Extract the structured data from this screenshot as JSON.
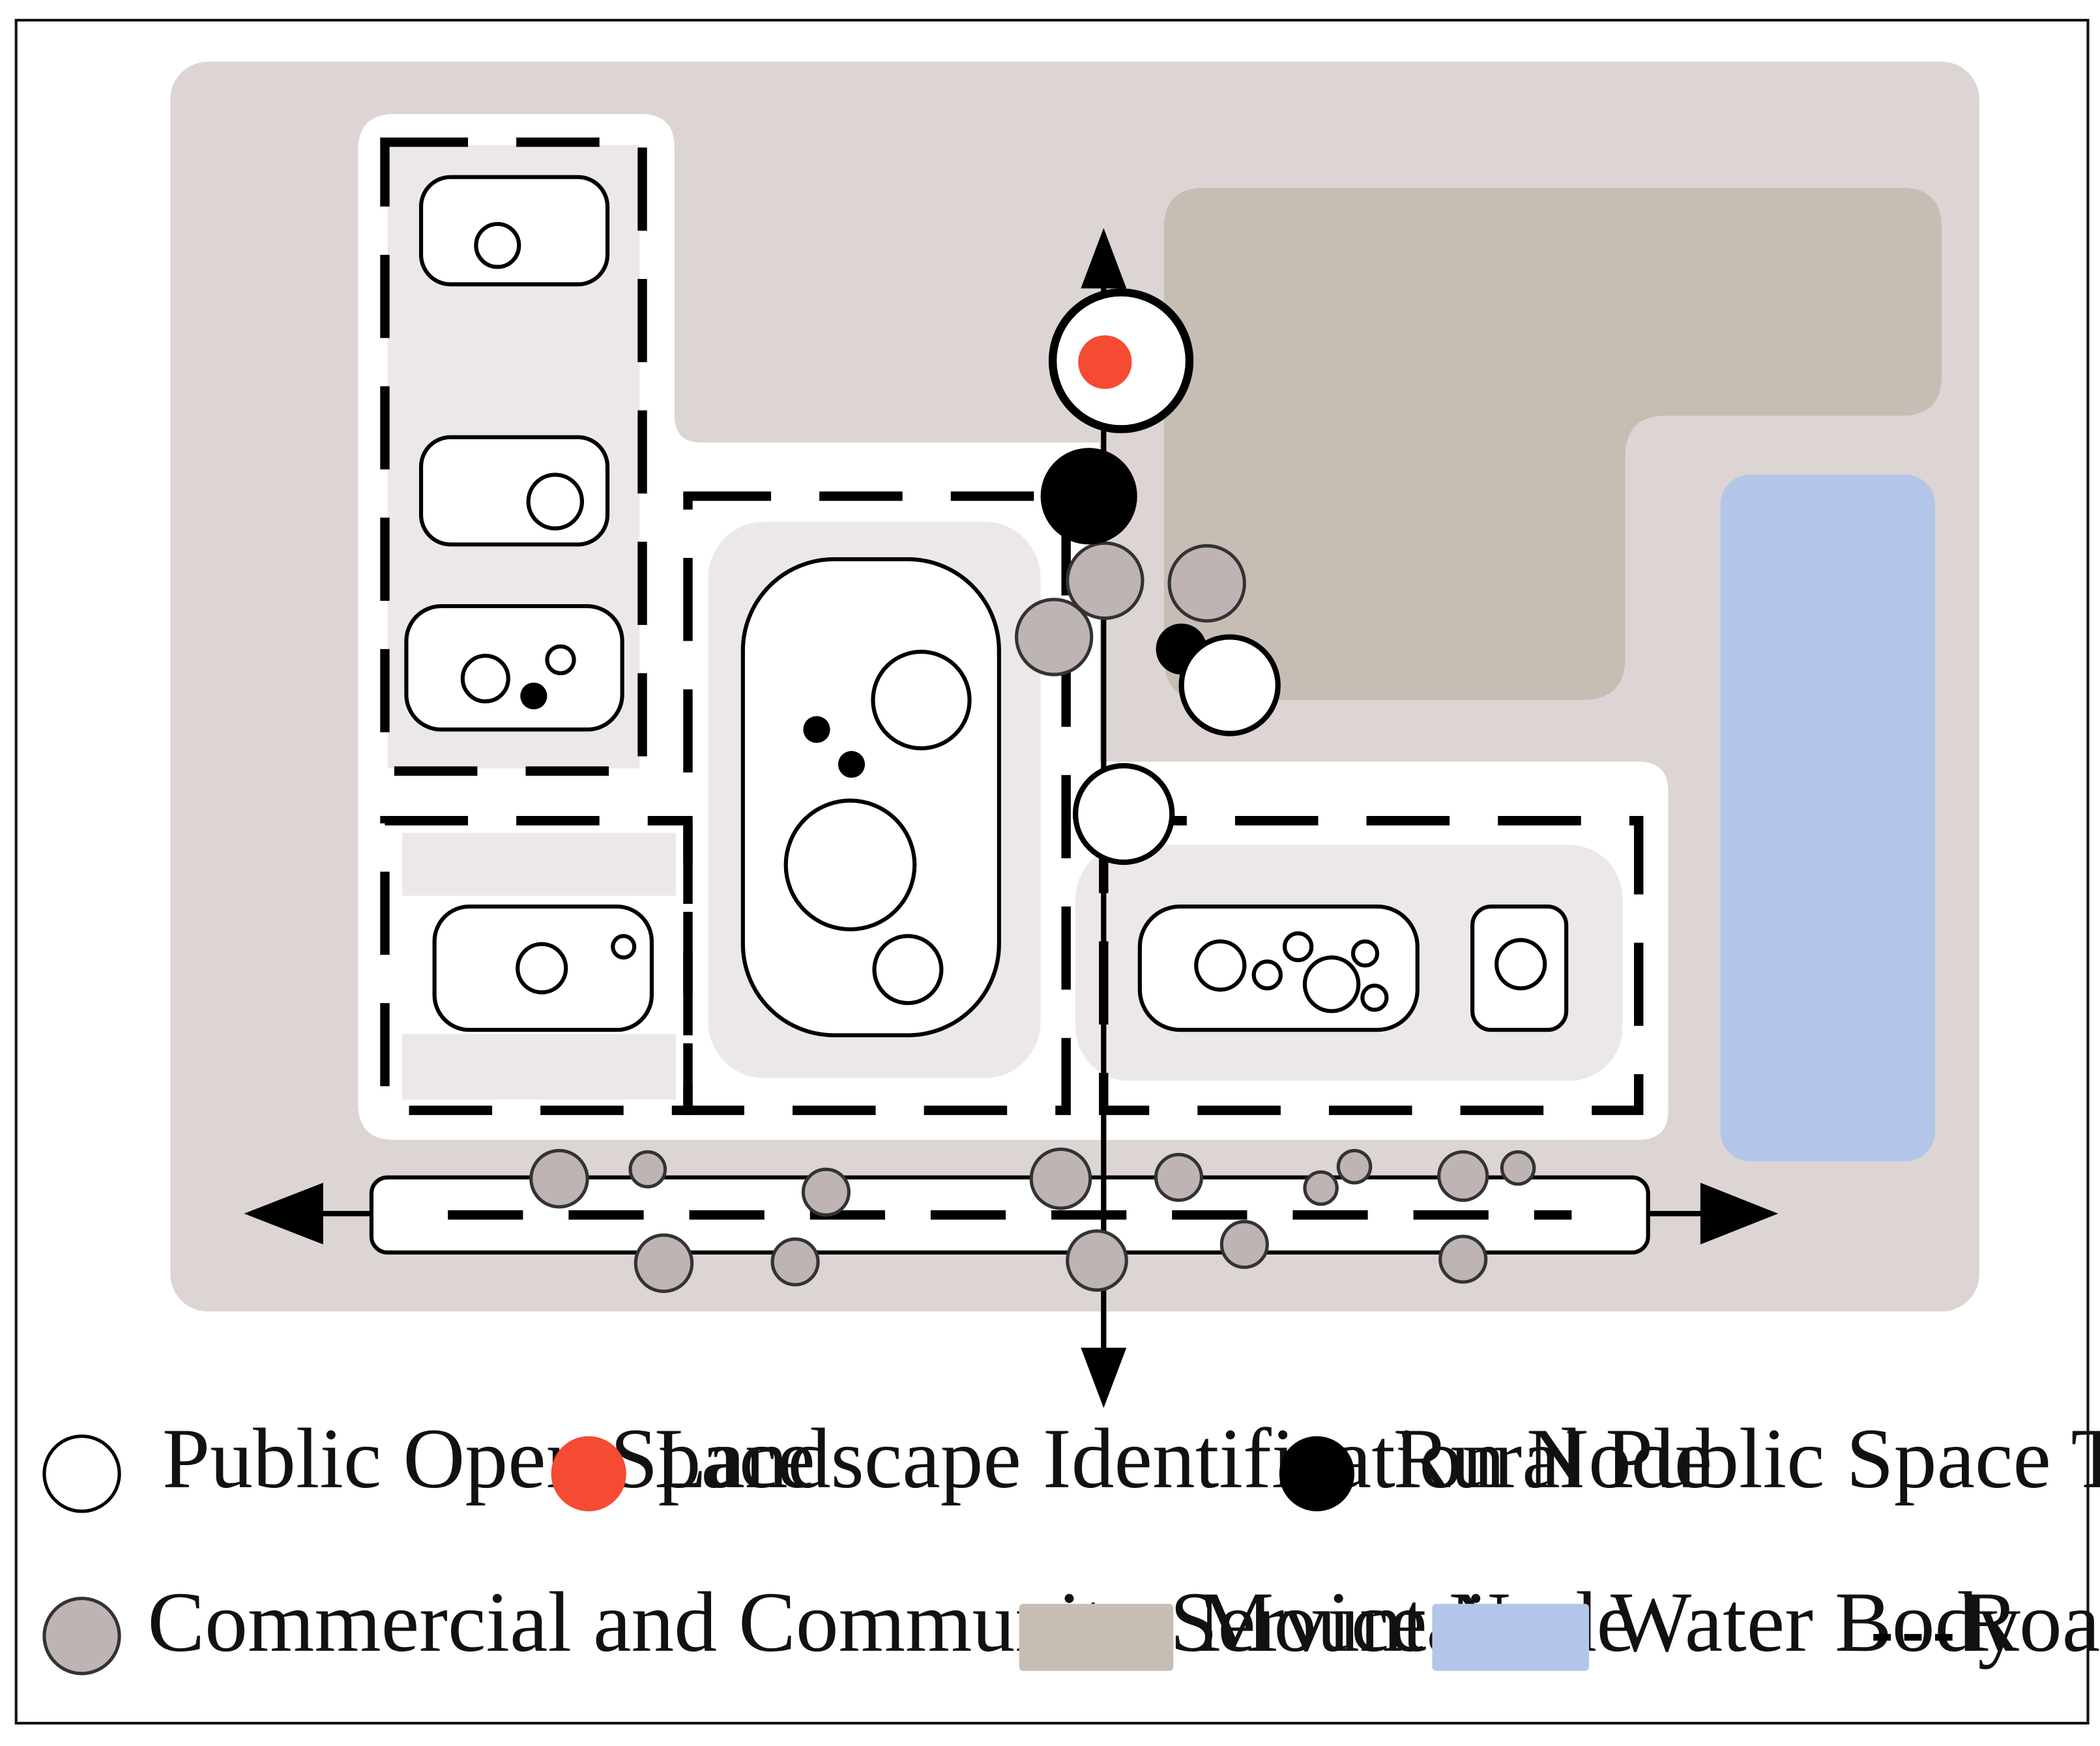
{
  "colors": {
    "background": "#dcd5d3",
    "mountain": "#c6beb5",
    "water": "#b3c6e9",
    "light_zone": "#ece8e7",
    "landscape_node": "#f54b33",
    "commercial_node": "#beb4b3",
    "tourism_node": "#000000",
    "public_open_space": "#ffffff"
  },
  "legend": {
    "public_open_space": "Public Open Space",
    "landscape_node": "Landscape Identification Node",
    "tourism_node": "Rural Public Space Tourism Nodes",
    "commercial_node": "Commercial and Community Service Node",
    "mountain": "Mountain",
    "water": "Water Body",
    "road": "Road"
  }
}
